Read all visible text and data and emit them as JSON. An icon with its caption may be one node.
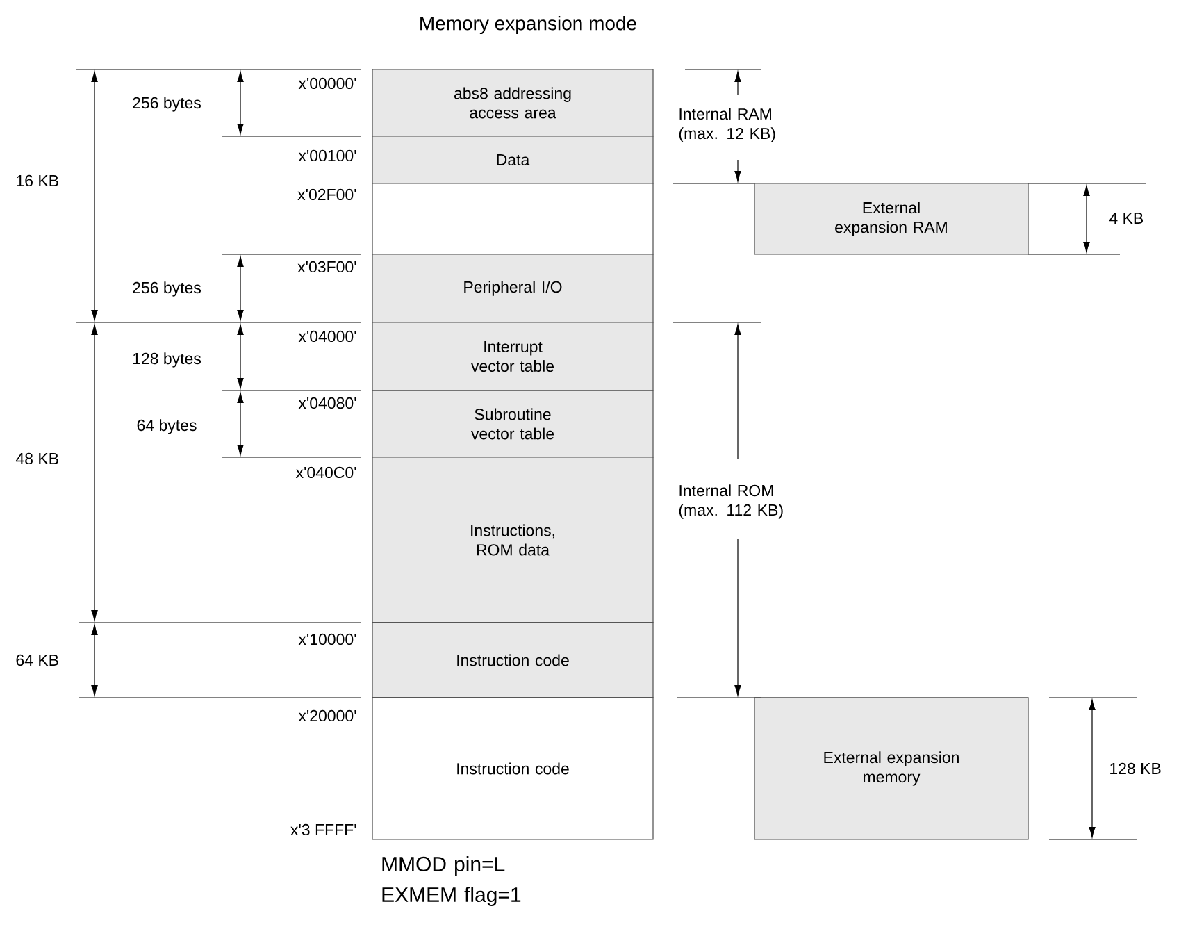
{
  "diagram": {
    "title": "Memory expansion mode",
    "caption": "MMOD pin=L EXMEM flag=1",
    "nodes": [
      {
        "text": [
          "abs8 addressing access area"
        ]
      },
      {
        "text": [
          "Data"
        ]
      },
      {
        "text": [],
        "shape": "box"
      },
      {
        "text": [
          "Peripheral I/O"
        ]
      },
      {
        "text": [
          "Interrupt vector table"
        ]
      },
      {
        "text": [
          "Subroutine vector table"
        ]
      },
      {
        "text": [
          "Instructions, ROM data"
        ]
      },
      {
        "text": [
          "Instruction code"
        ]
      },
      {
        "text": [
          "Instruction code"
        ]
      },
      {
        "text": [
          "External expansion RAM"
        ]
      },
      {
        "text": [
          "External expansion memory"
        ]
      }
    ],
    "labels": [
      "x'00000'",
      "256 bytes",
      "Internal RAM (max. 12 KB)",
      "x'00100'",
      "16 KB",
      "x'02F00'",
      "4 KB",
      "x'03F00'",
      "256 bytes",
      "x'04000'",
      "128 bytes",
      "x'04080'",
      "64 bytes",
      "48 KB",
      "x'040C0'",
      "Internal ROM (max. 112 KB)",
      "x'10000'",
      "64 KB",
      "x'20000'",
      "128 KB",
      "x'3 FFFF'"
    ]
  }
}
